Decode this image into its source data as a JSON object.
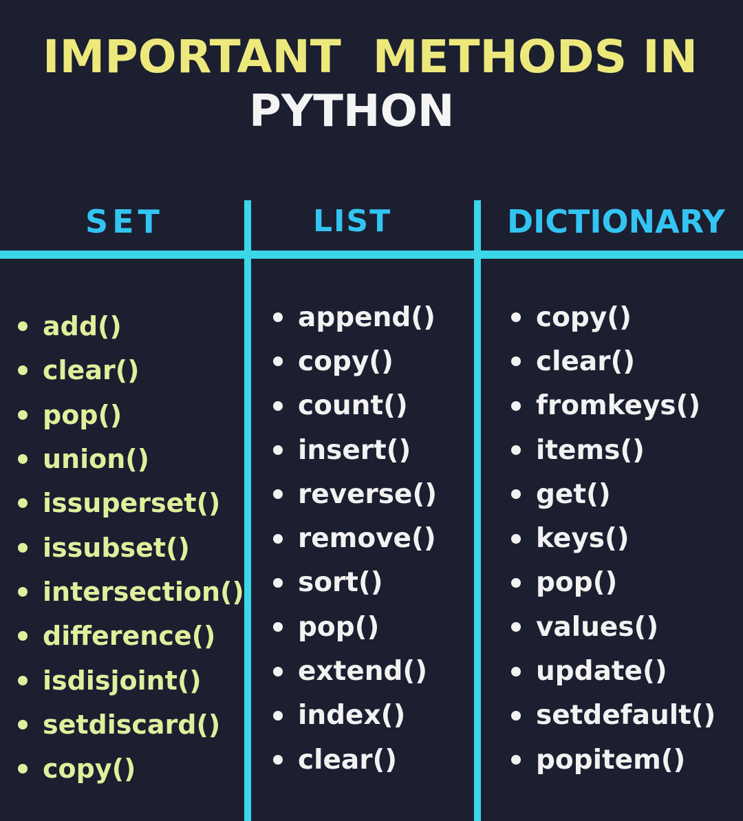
{
  "title": {
    "line1": "IMPORTANT  METHODS IN",
    "line2": "PYTHON"
  },
  "columns": [
    {
      "header": "SET",
      "items": [
        "add()",
        "clear()",
        "pop()",
        "union()",
        "issuperset()",
        "issubset()",
        "intersection()",
        "difference()",
        "isdisjoint()",
        "setdiscard()",
        "copy()"
      ]
    },
    {
      "header": "LIST",
      "items": [
        "append()",
        "copy()",
        "count()",
        "insert()",
        "reverse()",
        "remove()",
        "sort()",
        "pop()",
        "extend()",
        "index()",
        "clear()"
      ]
    },
    {
      "header": "DICTIONARY",
      "items": [
        "copy()",
        "clear()",
        "fromkeys()",
        "items()",
        "get()",
        "keys()",
        "pop()",
        "values()",
        "update()",
        "setdefault()",
        "popitem()"
      ]
    }
  ],
  "colors": {
    "background": "#1c1f30",
    "title_line1": "#ede87c",
    "title_line2": "#f4f4f4",
    "header": "#33c4f2",
    "divider": "#3bd6e8",
    "set_items": "#e1ee9c",
    "other_items": "#f2f2f2"
  }
}
